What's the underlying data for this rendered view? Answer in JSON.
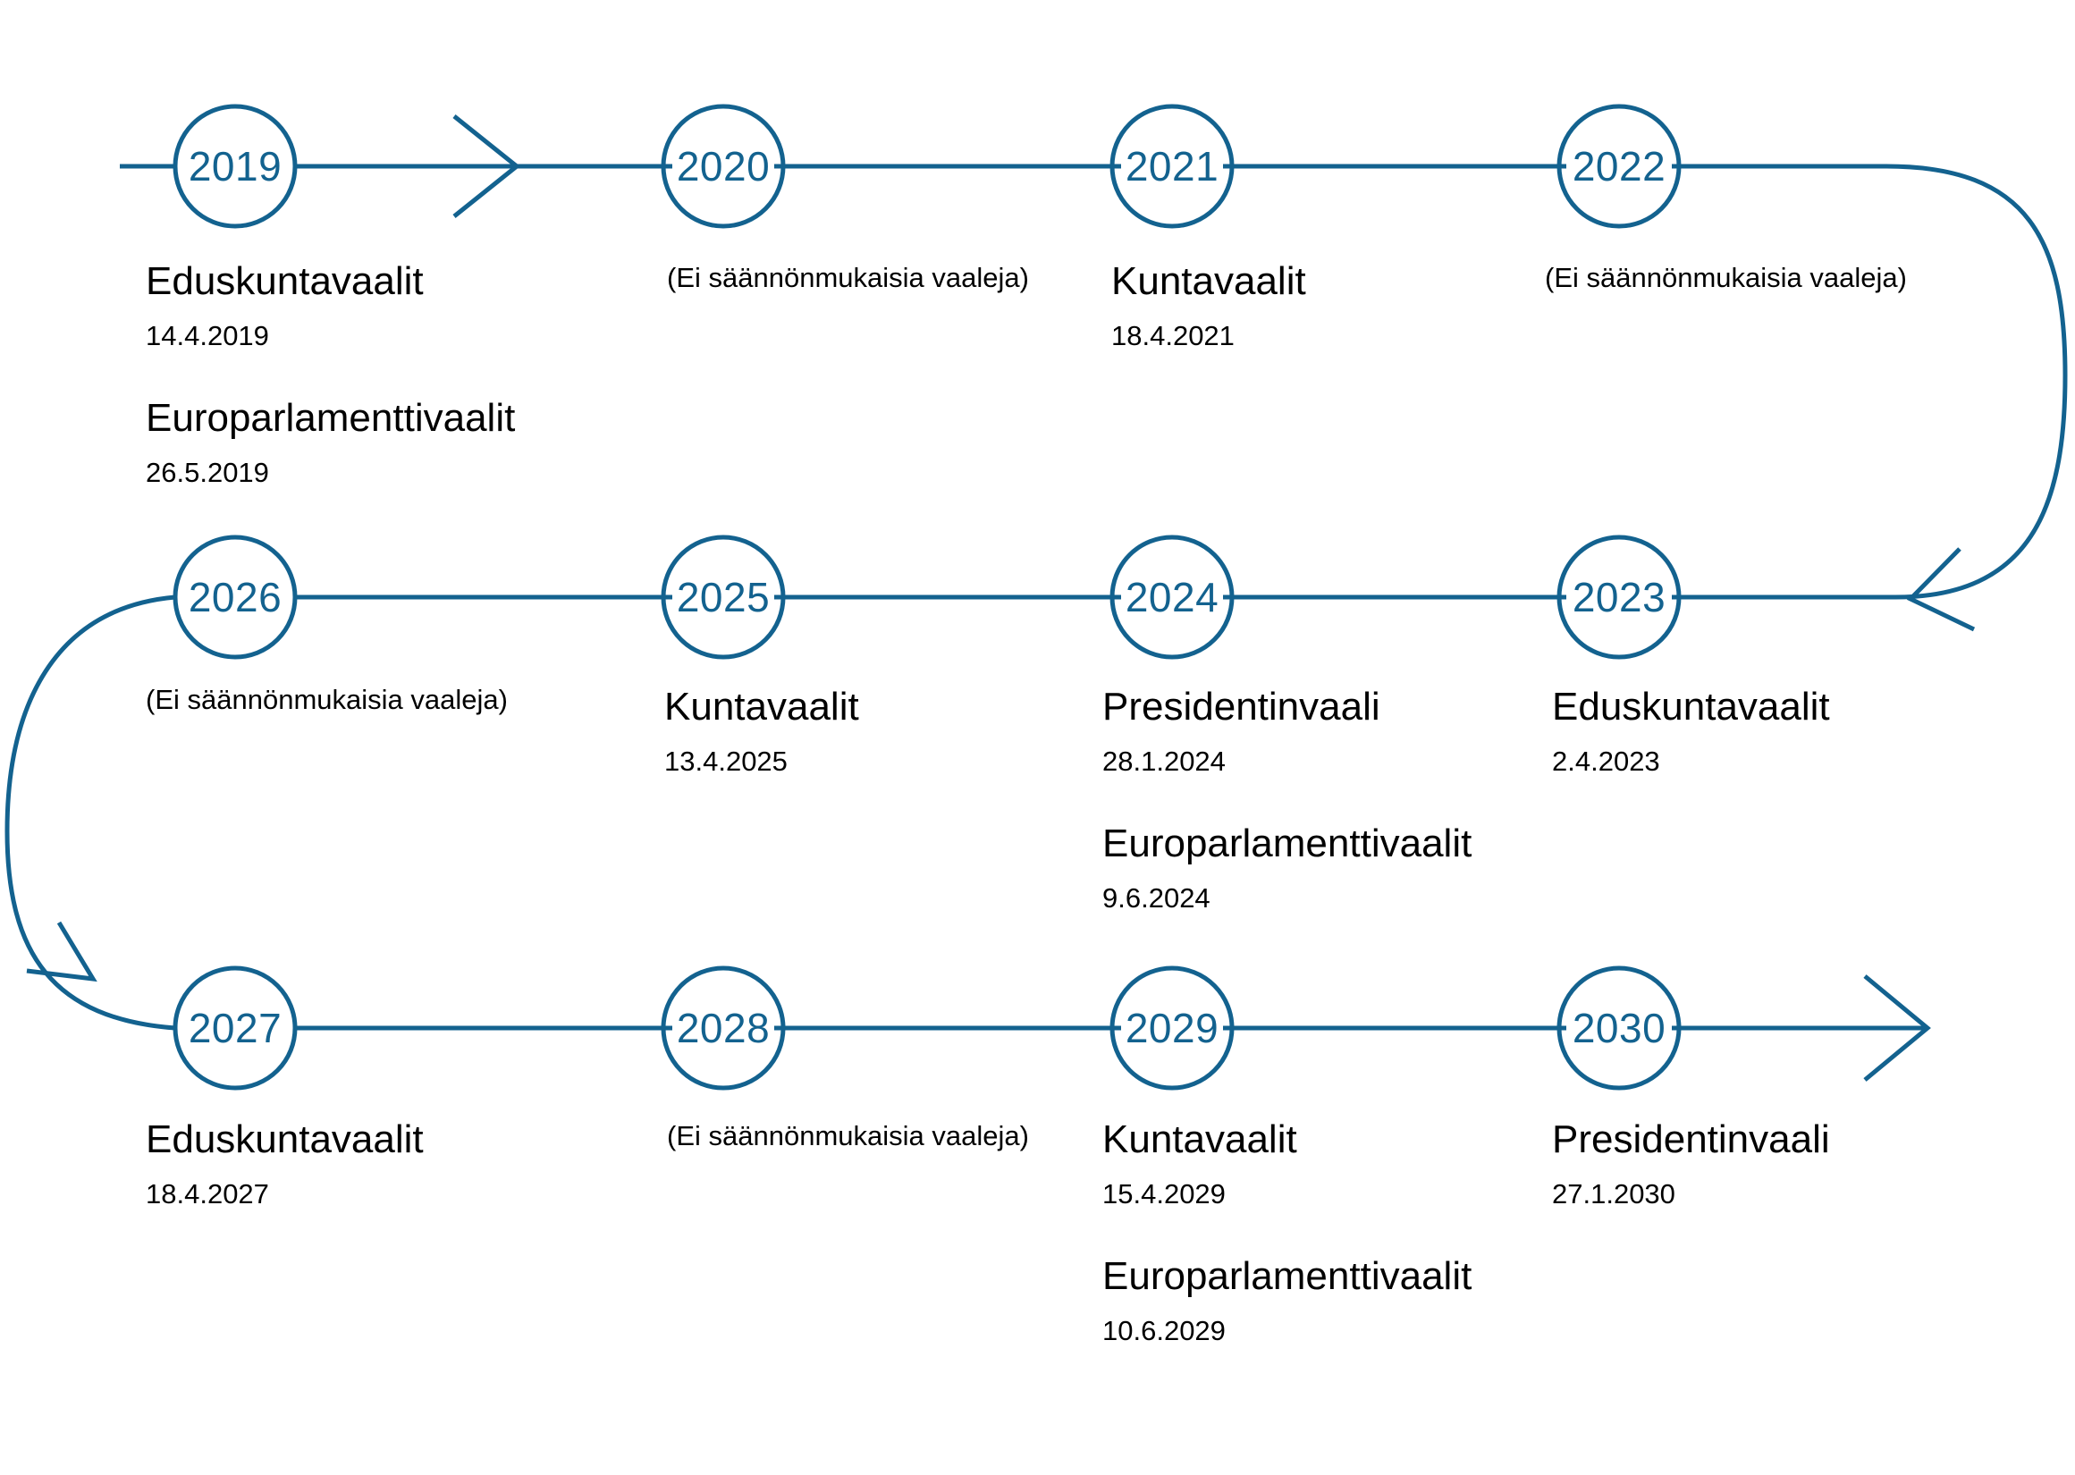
{
  "diagram": {
    "type": "timeline",
    "accent_color": "#13628F",
    "text_color": "#000000",
    "background_color": "#FFFFFF",
    "no_election_note": "(Ei säännönmukaisia vaaleja)",
    "rows": [
      {
        "direction": "left-to-right",
        "nodes": [
          {
            "year": "2019",
            "events": [
              {
                "title": "Eduskuntavaalit",
                "date": "14.4.2019"
              },
              {
                "title": "Europarlamenttivaalit",
                "date": "26.5.2019"
              }
            ],
            "note": null
          },
          {
            "year": "2020",
            "events": [],
            "note": "(Ei säännönmukaisia vaaleja)"
          },
          {
            "year": "2021",
            "events": [
              {
                "title": "Kuntavaalit",
                "date": "18.4.2021"
              }
            ],
            "note": null
          },
          {
            "year": "2022",
            "events": [],
            "note": "(Ei säännönmukaisia vaaleja)"
          }
        ]
      },
      {
        "direction": "right-to-left",
        "nodes": [
          {
            "year": "2026",
            "events": [],
            "note": "(Ei säännönmukaisia vaaleja)"
          },
          {
            "year": "2025",
            "events": [
              {
                "title": "Kuntavaalit",
                "date": "13.4.2025"
              }
            ],
            "note": null
          },
          {
            "year": "2024",
            "events": [
              {
                "title": "Presidentinvaali",
                "date": "28.1.2024"
              },
              {
                "title": "Europarlamenttivaalit",
                "date": "9.6.2024"
              }
            ],
            "note": null
          },
          {
            "year": "2023",
            "events": [
              {
                "title": "Eduskuntavaalit",
                "date": "2.4.2023"
              }
            ],
            "note": null
          }
        ]
      },
      {
        "direction": "left-to-right",
        "nodes": [
          {
            "year": "2027",
            "events": [
              {
                "title": "Eduskuntavaalit",
                "date": "18.4.2027"
              }
            ],
            "note": null
          },
          {
            "year": "2028",
            "events": [],
            "note": "(Ei säännönmukaisia vaaleja)"
          },
          {
            "year": "2029",
            "events": [
              {
                "title": "Kuntavaalit",
                "date": "15.4.2029"
              },
              {
                "title": "Europarlamenttivaalit",
                "date": "10.6.2029"
              }
            ],
            "note": null
          },
          {
            "year": "2030",
            "events": [
              {
                "title": "Presidentinvaali",
                "date": "27.1.2030"
              }
            ],
            "note": null
          }
        ]
      }
    ]
  },
  "labels": {
    "y2019": "2019",
    "y2020": "2020",
    "y2021": "2021",
    "y2022": "2022",
    "y2023": "2023",
    "y2024": "2024",
    "y2025": "2025",
    "y2026": "2026",
    "y2027": "2027",
    "y2028": "2028",
    "y2029": "2029",
    "y2030": "2030",
    "eduskuntavaalit": "Eduskuntavaalit",
    "europarlamenttivaalit": "Europarlamenttivaalit",
    "kuntavaalit": "Kuntavaalit",
    "presidentinvaali": "Presidentinvaali",
    "no_elections": "(Ei säännönmukaisia vaaleja)",
    "d_14_4_2019": "14.4.2019",
    "d_26_5_2019": "26.5.2019",
    "d_18_4_2021": "18.4.2021",
    "d_2_4_2023": "2.4.2023",
    "d_28_1_2024": "28.1.2024",
    "d_9_6_2024": "9.6.2024",
    "d_13_4_2025": "13.4.2025",
    "d_18_4_2027": "18.4.2027",
    "d_15_4_2029": "15.4.2029",
    "d_10_6_2029": "10.6.2029",
    "d_27_1_2030": "27.1.2030"
  }
}
